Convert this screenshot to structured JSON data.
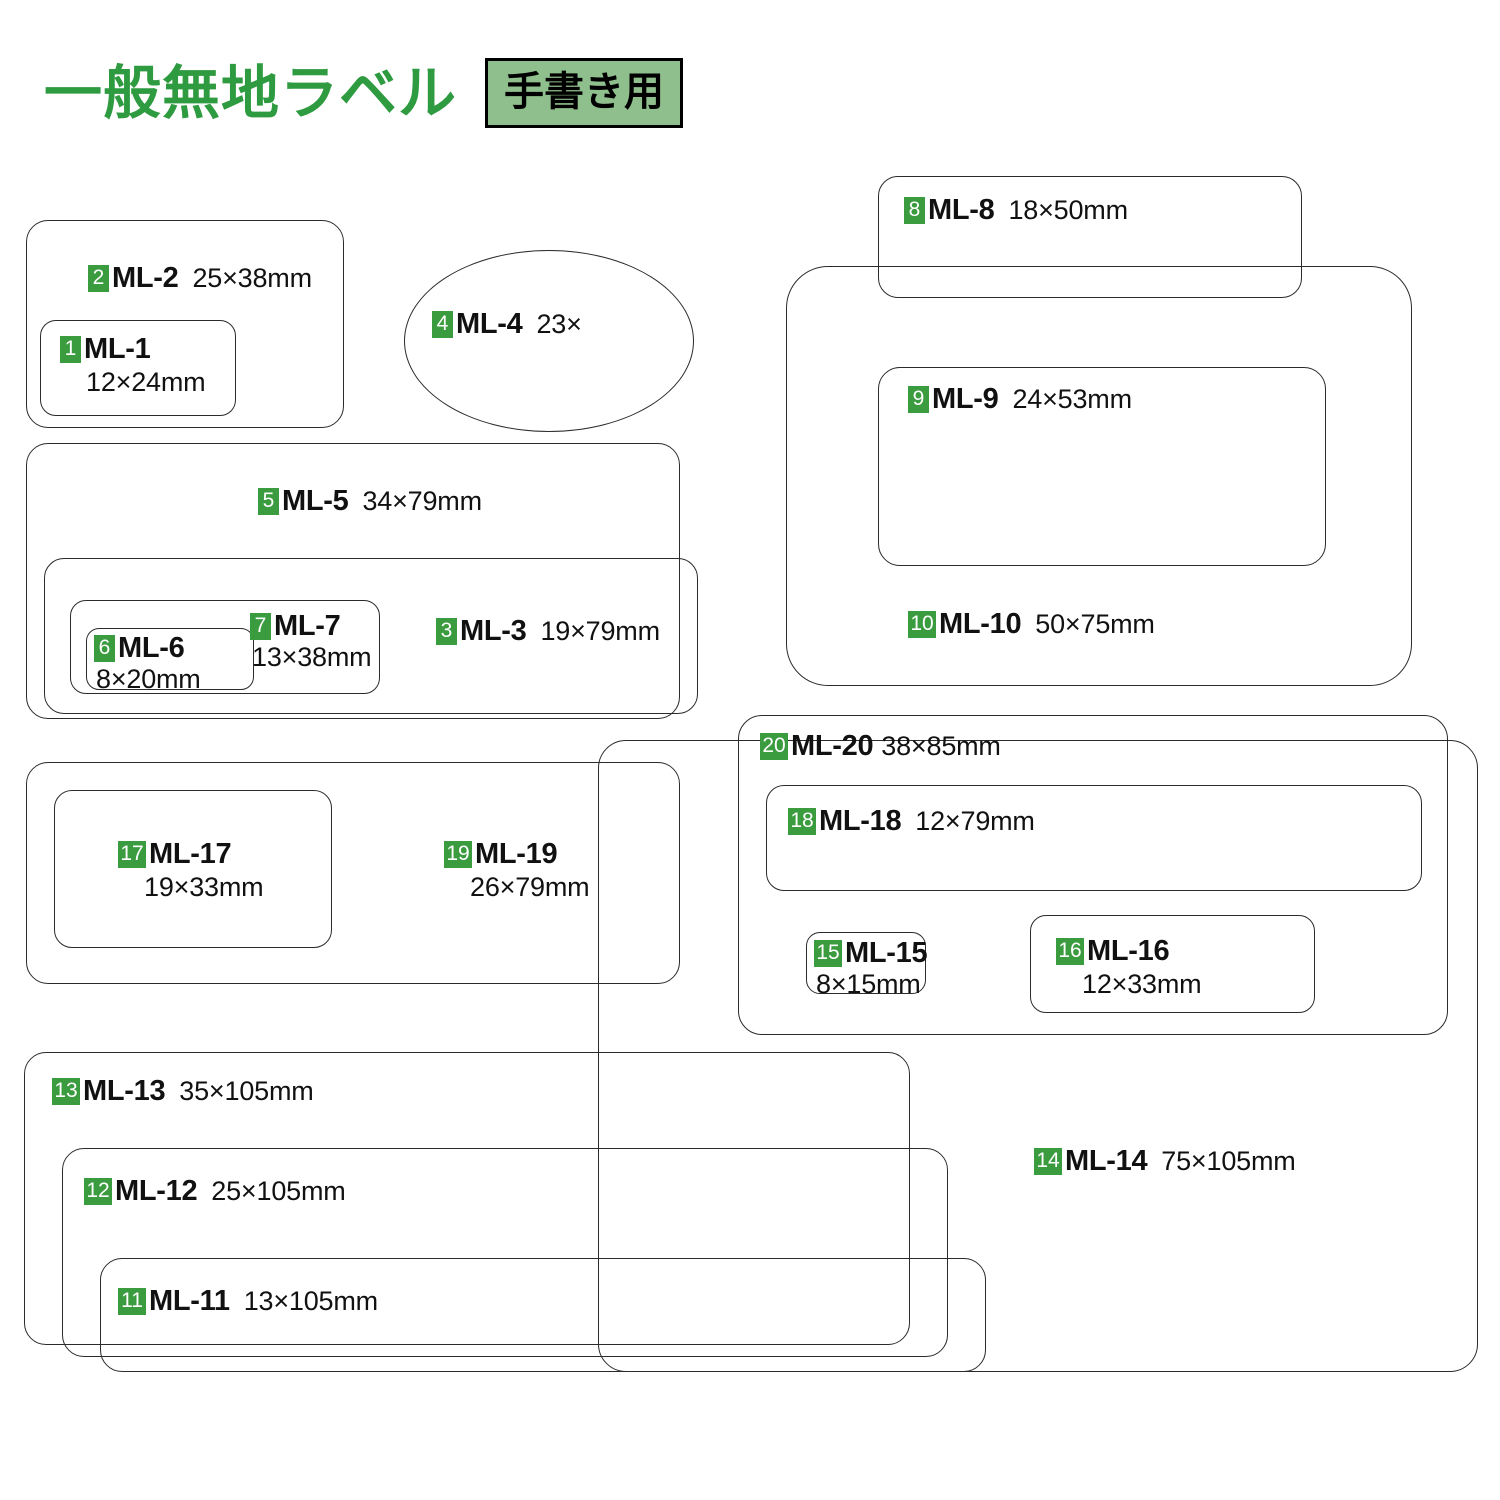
{
  "header": {
    "title": "一般無地ラベル",
    "badge": "手書き用"
  },
  "colors": {
    "title_green": "#2e9b40",
    "badge_bg": "#8fbf8c",
    "number_badge_bg": "#3a9b3f",
    "outline": "#2b2b2b",
    "text": "#111111"
  },
  "labels": [
    {
      "num": "1",
      "code": "ML-1",
      "size": "12×24mm",
      "shape": "rounded-rect"
    },
    {
      "num": "2",
      "code": "ML-2",
      "size": "25×38mm",
      "shape": "rounded-rect"
    },
    {
      "num": "3",
      "code": "ML-3",
      "size": "19×79mm",
      "shape": "rounded-rect"
    },
    {
      "num": "4",
      "code": "ML-4",
      "size": "23×",
      "shape": "oval"
    },
    {
      "num": "5",
      "code": "ML-5",
      "size": "34×79mm",
      "shape": "rounded-rect"
    },
    {
      "num": "6",
      "code": "ML-6",
      "size": "8×20mm",
      "shape": "rounded-rect"
    },
    {
      "num": "7",
      "code": "ML-7",
      "size": "13×38mm",
      "shape": "rounded-rect"
    },
    {
      "num": "8",
      "code": "ML-8",
      "size": "18×50mm",
      "shape": "rounded-rect"
    },
    {
      "num": "9",
      "code": "ML-9",
      "size": "24×53mm",
      "shape": "rounded-rect"
    },
    {
      "num": "10",
      "code": "ML-10",
      "size": "50×75mm",
      "shape": "rounded-rect"
    },
    {
      "num": "11",
      "code": "ML-11",
      "size": "13×105mm",
      "shape": "rounded-rect"
    },
    {
      "num": "12",
      "code": "ML-12",
      "size": "25×105mm",
      "shape": "rounded-rect"
    },
    {
      "num": "13",
      "code": "ML-13",
      "size": "35×105mm",
      "shape": "rounded-rect"
    },
    {
      "num": "14",
      "code": "ML-14",
      "size": "75×105mm",
      "shape": "rounded-rect"
    },
    {
      "num": "15",
      "code": "ML-15",
      "size": "8×15mm",
      "shape": "rounded-rect"
    },
    {
      "num": "16",
      "code": "ML-16",
      "size": "12×33mm",
      "shape": "rounded-rect"
    },
    {
      "num": "17",
      "code": "ML-17",
      "size": "19×33mm",
      "shape": "rounded-rect"
    },
    {
      "num": "18",
      "code": "ML-18",
      "size": "12×79mm",
      "shape": "rounded-rect"
    },
    {
      "num": "19",
      "code": "ML-19",
      "size": "26×79mm",
      "shape": "rounded-rect"
    },
    {
      "num": "20",
      "code": "ML-20",
      "size": "38×85mm",
      "shape": "rounded-rect"
    }
  ]
}
